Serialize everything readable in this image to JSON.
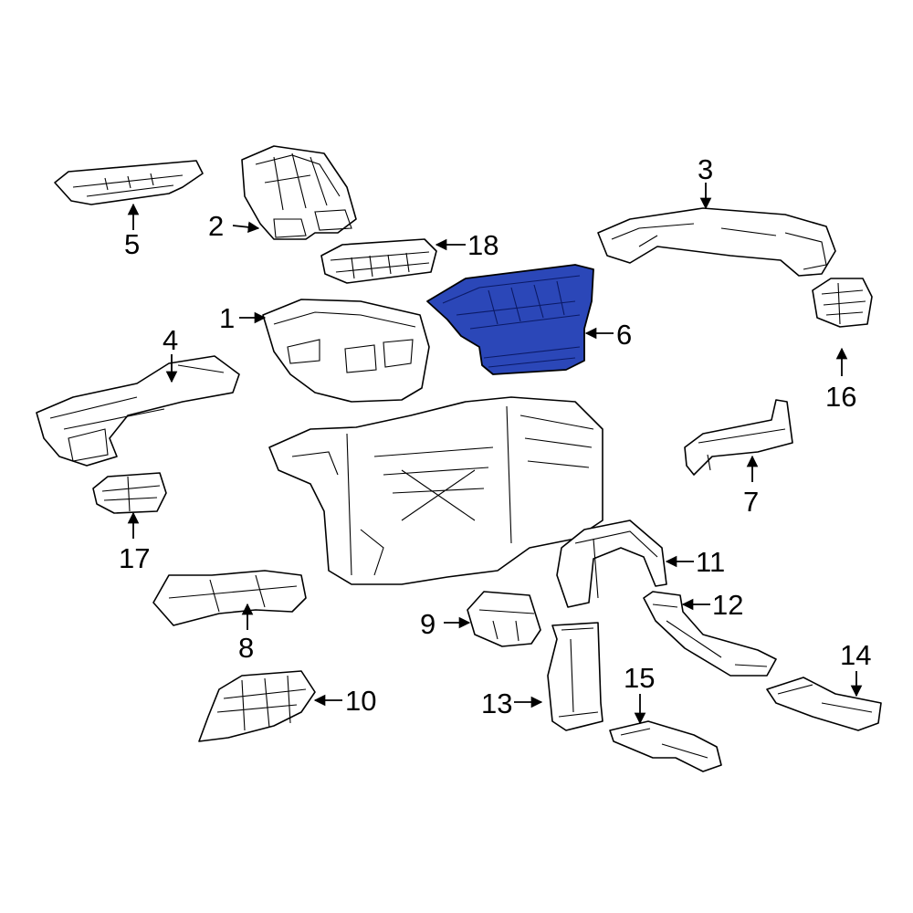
{
  "diagram": {
    "highlight_color": "#2b47b8",
    "highlighted_part": "6",
    "callouts": [
      {
        "id": "1",
        "label": "1"
      },
      {
        "id": "2",
        "label": "2"
      },
      {
        "id": "3",
        "label": "3"
      },
      {
        "id": "4",
        "label": "4"
      },
      {
        "id": "5",
        "label": "5"
      },
      {
        "id": "6",
        "label": "6"
      },
      {
        "id": "7",
        "label": "7"
      },
      {
        "id": "8",
        "label": "8"
      },
      {
        "id": "9",
        "label": "9"
      },
      {
        "id": "10",
        "label": "10"
      },
      {
        "id": "11",
        "label": "11"
      },
      {
        "id": "12",
        "label": "12"
      },
      {
        "id": "13",
        "label": "13"
      },
      {
        "id": "14",
        "label": "14"
      },
      {
        "id": "15",
        "label": "15"
      },
      {
        "id": "16",
        "label": "16"
      },
      {
        "id": "17",
        "label": "17"
      },
      {
        "id": "18",
        "label": "18"
      }
    ]
  }
}
